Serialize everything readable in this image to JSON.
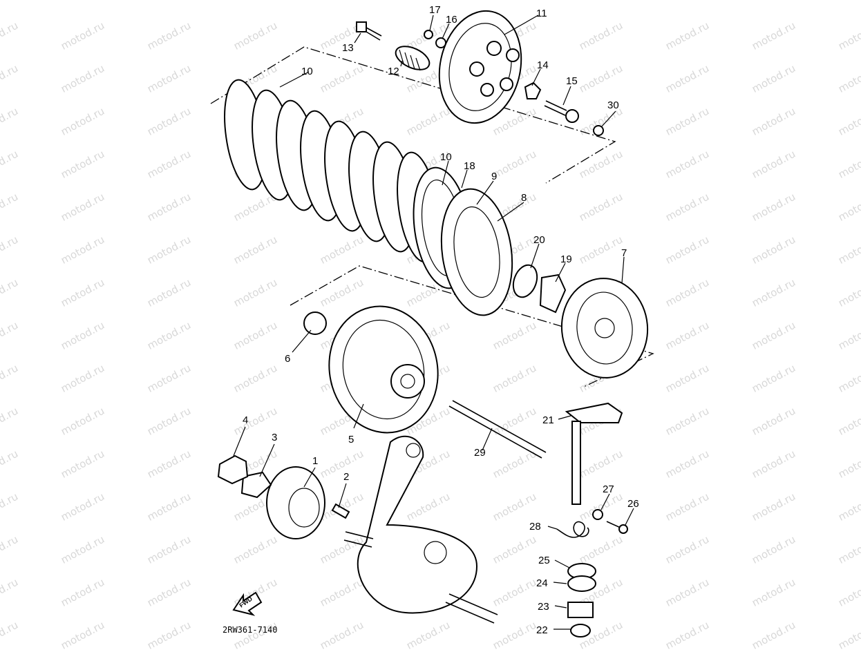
{
  "watermark": {
    "text": "motod.ru"
  },
  "diagram_code": "2RW361-7140",
  "fwd_label": "FWD",
  "callouts": [
    "1",
    "2",
    "3",
    "4",
    "5",
    "6",
    "7",
    "8",
    "9",
    "10",
    "10",
    "11",
    "12",
    "13",
    "14",
    "15",
    "16",
    "17",
    "18",
    "19",
    "20",
    "21",
    "22",
    "23",
    "24",
    "25",
    "26",
    "27",
    "28",
    "29",
    "30"
  ],
  "colors": {
    "ink": "#000000",
    "paper": "#ffffff",
    "watermark": "#b8b8b8"
  }
}
